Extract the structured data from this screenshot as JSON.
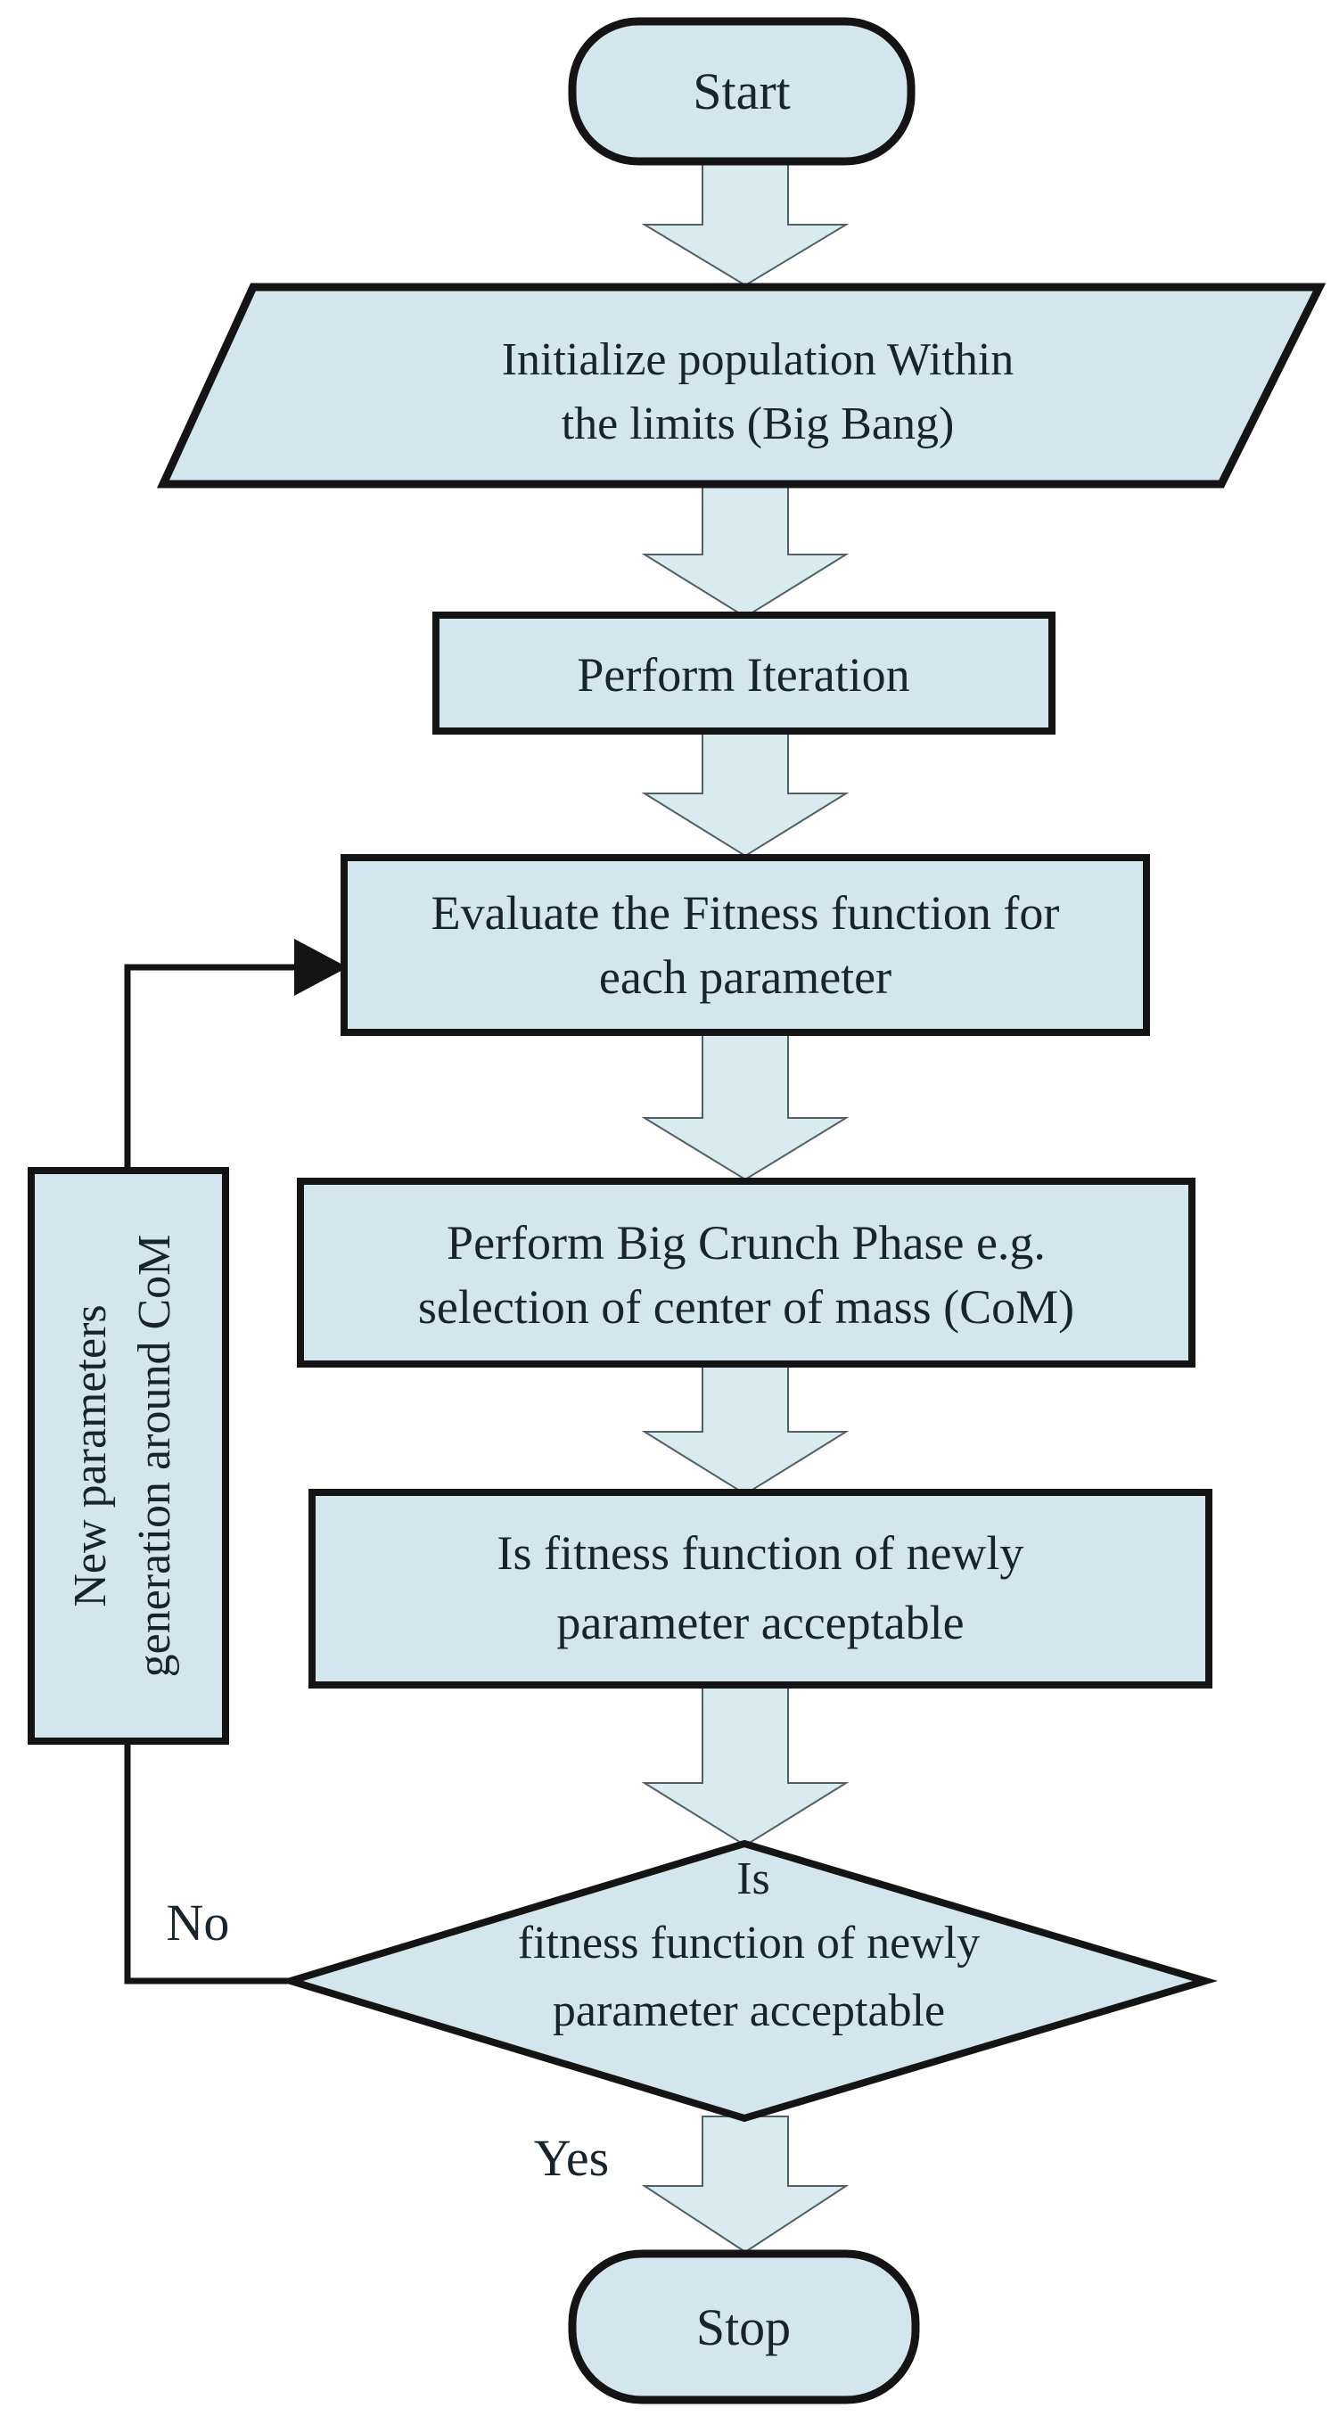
{
  "colors": {
    "background": "#ffffff",
    "node_fill": "#d3e6ee",
    "arrow_fill": "#d9eaf1",
    "node_border": "#141414",
    "arrow_border": "#4f6066",
    "connector": "#141414",
    "text": "#17242d"
  },
  "nodes": {
    "start": {
      "label": "Start"
    },
    "init": {
      "line1": "Initialize population Within",
      "line2": "the limits (Big Bang)"
    },
    "iterate": {
      "label": "Perform Iteration"
    },
    "evaluate": {
      "line1": "Evaluate the Fitness function for",
      "line2": "each parameter"
    },
    "big_crunch": {
      "line1": "Perform Big Crunch Phase e.g.",
      "line2": "selection of center of mass (CoM)"
    },
    "fitness_check": {
      "line1": "Is fitness function of newly",
      "line2": "parameter acceptable"
    },
    "decision": {
      "line1": "Is",
      "line2": "fitness function of newly",
      "line3": "parameter acceptable"
    },
    "new_params": {
      "line1": "New parameters",
      "line2": "generation around CoM"
    },
    "stop": {
      "label": "Stop"
    }
  },
  "edge_labels": {
    "no": "No",
    "yes": "Yes"
  }
}
